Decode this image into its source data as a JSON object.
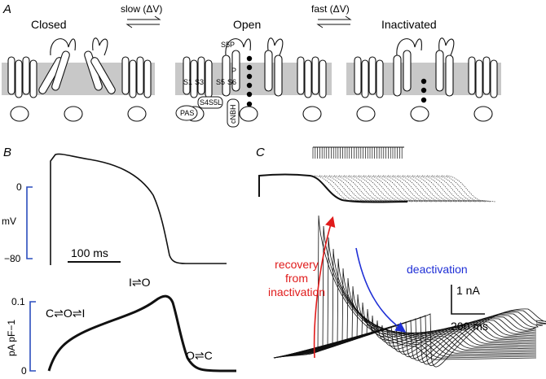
{
  "panels": {
    "a": "A",
    "b": "B",
    "c": "C"
  },
  "panel_a": {
    "states": [
      "Closed",
      "Open",
      "Inactivated"
    ],
    "transition_left": "slow (ΔV)",
    "transition_right": "fast (ΔV)",
    "domains": [
      "S5P",
      "P",
      "S1",
      "S3",
      "S5",
      "S6",
      "PAS",
      "S4S5L",
      "cNBH"
    ]
  },
  "panel_b": {
    "ap": {
      "y_top": "0",
      "y_unit": "mV",
      "y_bottom": "−80",
      "scale": "100 ms"
    },
    "current": {
      "y_top": "0.1",
      "y_bottom": "0",
      "y_unit": "pA pF−1",
      "ann_peak": "I⇌O",
      "ann_rise": "C⇌O⇌I",
      "ann_tail": "O⇌C"
    }
  },
  "panel_c": {
    "recovery_label": [
      "recovery",
      "from",
      "inactivation"
    ],
    "deactivation_label": "deactivation",
    "scale_y": "1 nA",
    "scale_x": "200 ms"
  },
  "colors": {
    "axis_blue": "#2a4dbd",
    "recovery": "#e01b1b",
    "deactivation": "#1f2fd6",
    "membrane": "#c8c8c8"
  }
}
